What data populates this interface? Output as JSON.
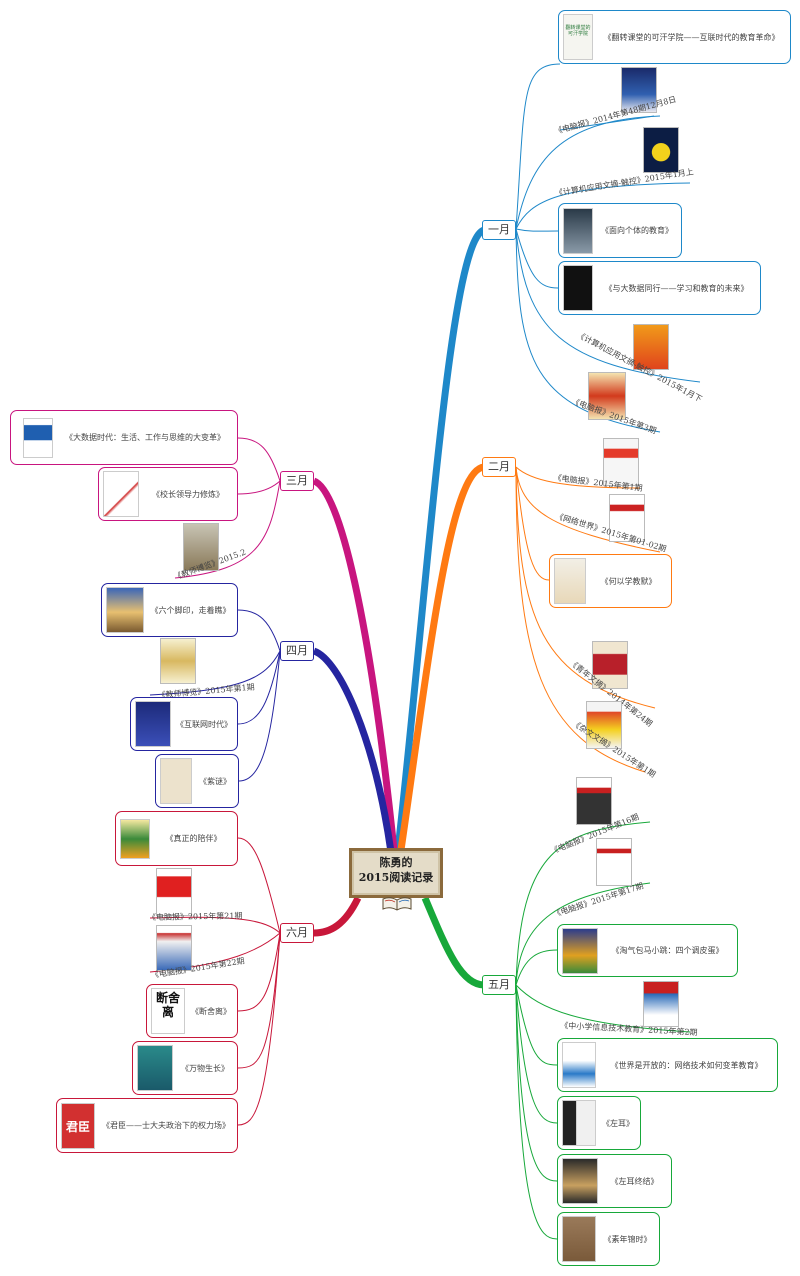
{
  "center": {
    "line1": "陈勇的",
    "line2": "2015阅读记录"
  },
  "colors": {
    "jan": "#1e88c9",
    "feb": "#ff7a12",
    "mar": "#c8157f",
    "apr": "#2525a0",
    "may": "#17a83a",
    "jun": "#c8173a"
  },
  "months": {
    "jan": {
      "label": "一月",
      "items": {
        "b1": {
          "title": "《翻转课堂的可汗学院——互联时代的教育革命》",
          "cover_text": "翻转课堂的可汗学院"
        },
        "c1": {
          "caption": "《电脑报》2014年第48期12月8日"
        },
        "c2": {
          "caption": "《计算机应用文摘-触控》2015年1月上"
        },
        "b2": {
          "title": "《面向个体的教育》"
        },
        "b3": {
          "title": "《与大数据同行——学习和教育的未来》"
        },
        "c3": {
          "caption": "《计算机应用文摘-触控》2015年1月下"
        },
        "c4": {
          "caption": "《电脑报》2015年第3期"
        }
      }
    },
    "feb": {
      "label": "二月",
      "items": {
        "c1": {
          "caption": "《电脑报》2015年第1期"
        },
        "c2": {
          "caption": "《网络世界》2015年第01-02期"
        },
        "b1": {
          "title": "《何以学教默》"
        },
        "c3": {
          "caption": "《青年文摘》2014年第24期"
        },
        "c4": {
          "caption": "《杂文文摘》2015年第1期"
        }
      }
    },
    "mar": {
      "label": "三月",
      "items": {
        "b1": {
          "title": "《大数据时代：生活、工作与思维的大变革》"
        },
        "b2": {
          "title": "《校长领导力修炼》"
        },
        "c1": {
          "caption": "《教师博览》2015.2"
        }
      }
    },
    "apr": {
      "label": "四月",
      "items": {
        "b1": {
          "title": "《六个脚印，走着瞧》"
        },
        "c1": {
          "caption": "《教师博览》2015年第1期"
        },
        "b2": {
          "title": "《互联网时代》"
        },
        "b3": {
          "title": "《紫谜》"
        }
      }
    },
    "may": {
      "label": "五月",
      "items": {
        "c1": {
          "caption": "《电脑报》2015年第16期"
        },
        "c2": {
          "caption": "《电脑报》2015年第17期"
        },
        "b1": {
          "title": "《淘气包马小跳：四个调皮蛋》"
        },
        "c3": {
          "caption": "《中小学信息技术教育》2015年第2期"
        },
        "b2": {
          "title": "《世界是开放的：网络技术如何变革教育》"
        },
        "b3": {
          "title": "《左耳》"
        },
        "b4": {
          "title": "《左耳终结》"
        },
        "b5": {
          "title": "《素年锦时》"
        }
      }
    },
    "jun": {
      "label": "六月",
      "items": {
        "b1": {
          "title": "《真正的陪伴》"
        },
        "c1": {
          "caption": "《电脑报》2015年第21期"
        },
        "c2": {
          "caption": "《电脑报》2015年第22期"
        },
        "b2": {
          "title": "《断舍离》",
          "cover_text": "断舍离"
        },
        "b3": {
          "title": "《万物生长》"
        },
        "b4": {
          "title": "《君臣——士大夫政治下的权力场》",
          "cover_text": "君臣"
        }
      }
    }
  }
}
